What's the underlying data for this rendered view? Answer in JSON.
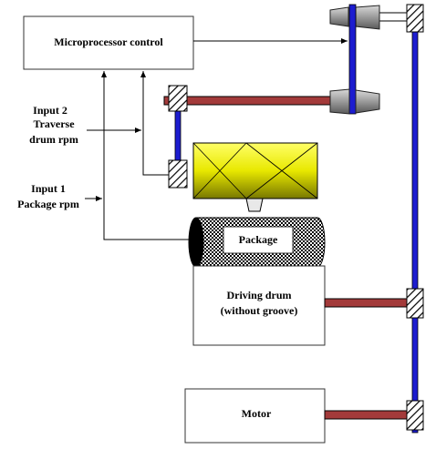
{
  "diagram": {
    "blocks": {
      "microprocessor": "Microprocessor control",
      "package": "Package",
      "driving_drum_line1": "Driving drum",
      "driving_drum_line2": "(without groove)",
      "motor": "Motor"
    },
    "inputs": {
      "input2_line1": "Input 2",
      "input2_line2": "Traverse",
      "input2_line3": "drum rpm",
      "input1_line1": "Input 1",
      "input1_line2": "Package rpm"
    },
    "colors": {
      "shaft": "#a33a3a",
      "belt": "#1c1ccf",
      "traverse_drum": "#e8e800",
      "cone": "#9a9a9a"
    }
  }
}
